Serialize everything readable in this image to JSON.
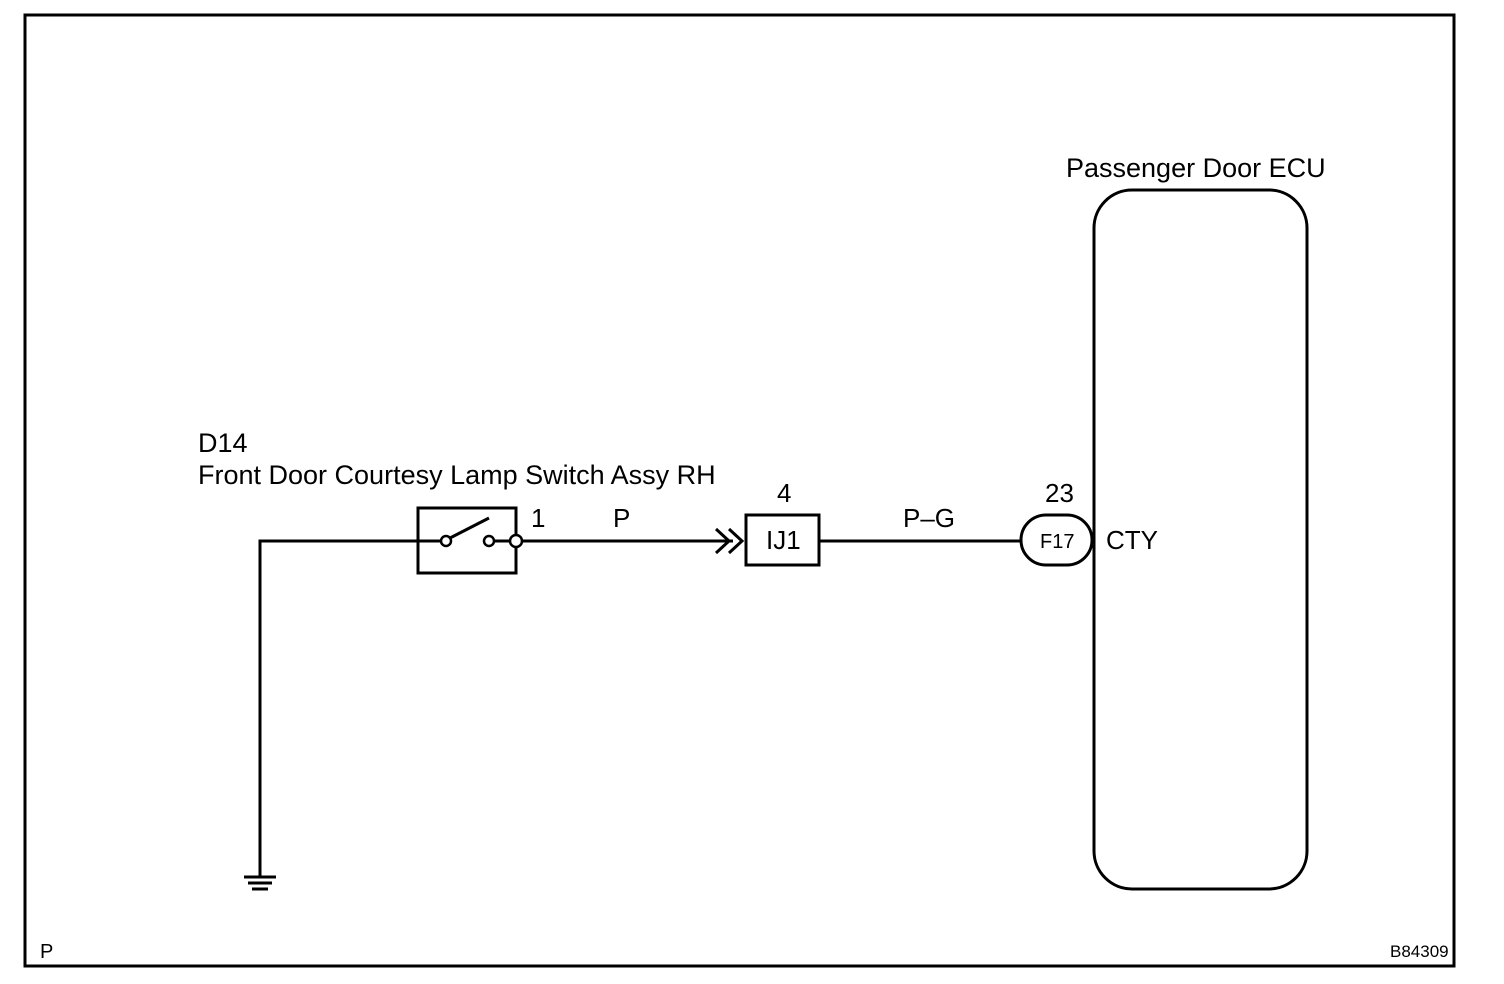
{
  "ecu": {
    "title": "Passenger Door ECU",
    "terminal_label": "CTY",
    "pin_number": "23",
    "connector_id": "F17"
  },
  "switch": {
    "code": "D14",
    "name": "Front Door Courtesy Lamp Switch Assy RH",
    "pin_number": "1"
  },
  "wires": {
    "switch_to_junction": "P",
    "junction_to_ecu": "P–G"
  },
  "junction": {
    "id": "IJ1",
    "pin_number": "4"
  },
  "footer": {
    "left_code": "P",
    "figure_id": "B84309"
  }
}
